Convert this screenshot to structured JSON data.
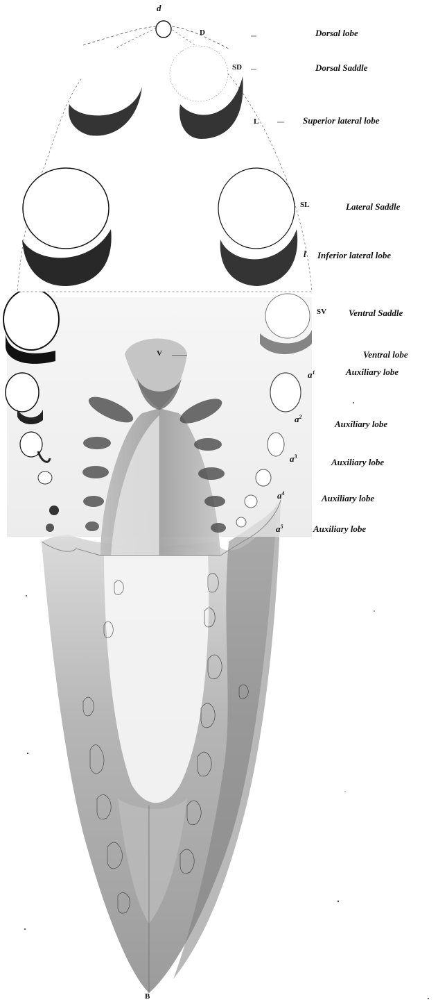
{
  "figure": {
    "markers": {
      "siphuncle": "d",
      "dorsal": "D",
      "dorsal_saddle": "SD",
      "superior_lateral": "L",
      "lateral_saddle": "SL",
      "inferior_lateral": "l",
      "ventral_saddle": "SV",
      "ventral": "V",
      "aux1": "a",
      "aux1_sup": "1",
      "aux2": "a",
      "aux2_sup": "2",
      "aux3": "a",
      "aux3_sup": "3",
      "aux4": "a",
      "aux4_sup": "4",
      "aux5": "a",
      "aux5_sup": "5",
      "base": "B"
    },
    "labels": {
      "dorsal_lobe": "Dorsal lobe",
      "dorsal_saddle": "Dorsal Saddle",
      "superior_lateral_lobe": "Superior lateral lobe",
      "lateral_saddle": "Lateral Saddle",
      "inferior_lateral_lobe": "Inferior lateral lobe",
      "ventral_saddle": "Ventral Saddle",
      "ventral_lobe": "Ventral lobe",
      "auxiliary_1": "Auxiliary lobe",
      "auxiliary_2": "Auxiliary lobe",
      "auxiliary_3": "Auxiliary lobe",
      "auxiliary_4": "Auxiliary lobe",
      "auxiliary_5": "Auxiliary lobe"
    },
    "colors": {
      "ink": "#111111",
      "shell_grey": "#9a9a9a",
      "shell_dark": "#7d7d7d",
      "shadow": "#1a1a1a"
    }
  }
}
